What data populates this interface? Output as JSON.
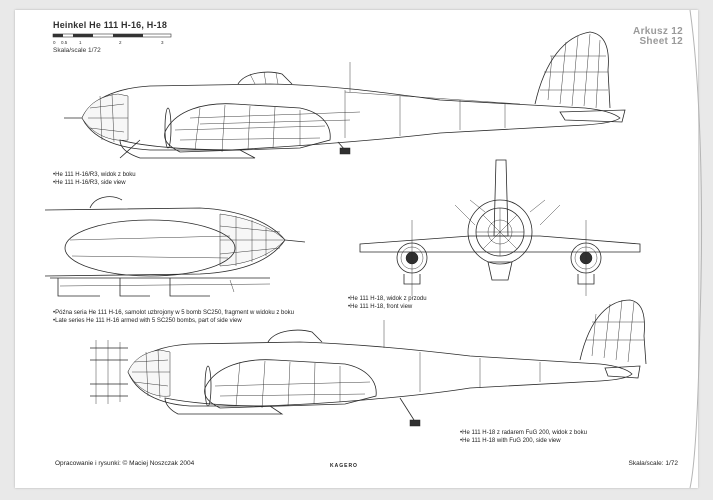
{
  "header": {
    "title": "Heinkel He 111 H-16, H-18",
    "scale_ticks": [
      "0",
      "0.5",
      "1",
      "2",
      "3"
    ],
    "scale_label": "Skala/scale 1/72",
    "sheet_pl": "Arkusz 12",
    "sheet_en": "Sheet 12"
  },
  "captions": {
    "side_h16": [
      "He 111 H-16/R3, widok z boku",
      "He 111 H-16/R3, side view"
    ],
    "late_series": [
      "Późna seria He 111 H-16, samolot uzbrojony w 5 bomb SC250, fragment w widoku z boku",
      "Late series He 111 H-16 armed with 5 SC250 bombs, part of side view"
    ],
    "front_h18": [
      "He 111 H-18, widok z przodu",
      "He 111 H-18, front view"
    ],
    "side_h18": [
      "He 111 H-18 z radarem FuG 200, widok z boku",
      "He 111 H-18 with FuG 200, side view"
    ]
  },
  "footer": {
    "credit": "Opracowanie i rysunki: © Maciej Noszczak 2004",
    "logo": "KAGERO",
    "scale": "Skala/scale: 1/72"
  },
  "colors": {
    "ink": "#2a2a2a",
    "paper": "#ffffff",
    "scan_bg": "#e9e9e9"
  }
}
